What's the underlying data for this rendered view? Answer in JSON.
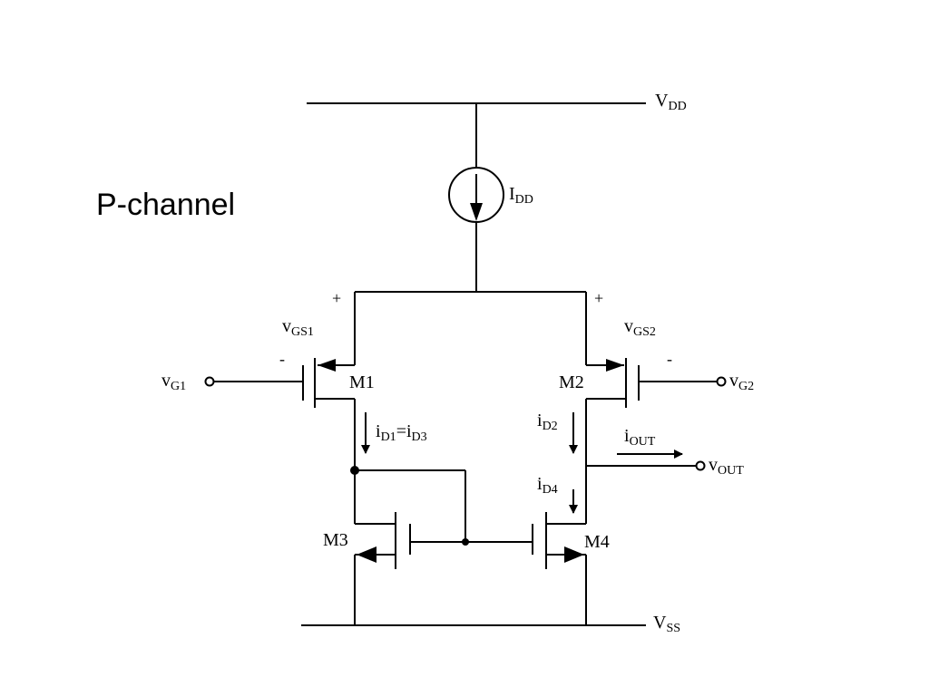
{
  "title": "P-channel",
  "supply": {
    "vdd": {
      "main": "V",
      "sub": "DD"
    },
    "vss": {
      "main": "V",
      "sub": "SS"
    },
    "idd": {
      "main": "I",
      "sub": "DD"
    }
  },
  "transistors": {
    "m1": "M1",
    "m2": "M2",
    "m3": "M3",
    "m4": "M4"
  },
  "gate_voltages": {
    "vgs1": {
      "main": "v",
      "sub": "GS1"
    },
    "vgs2": {
      "main": "v",
      "sub": "GS2"
    },
    "vg1": {
      "main": "v",
      "sub": "G1"
    },
    "vg2": {
      "main": "v",
      "sub": "G2"
    },
    "plus": "+",
    "minus": "-"
  },
  "currents": {
    "id1": {
      "main": "i",
      "sub": "D1"
    },
    "equals": "=",
    "id3": {
      "main": "i",
      "sub": "D3"
    },
    "id2": {
      "main": "i",
      "sub": "D2"
    },
    "id4": {
      "main": "i",
      "sub": "D4"
    },
    "iout": {
      "main": "i",
      "sub": "OUT"
    }
  },
  "output": {
    "main": "v",
    "sub": "OUT"
  }
}
